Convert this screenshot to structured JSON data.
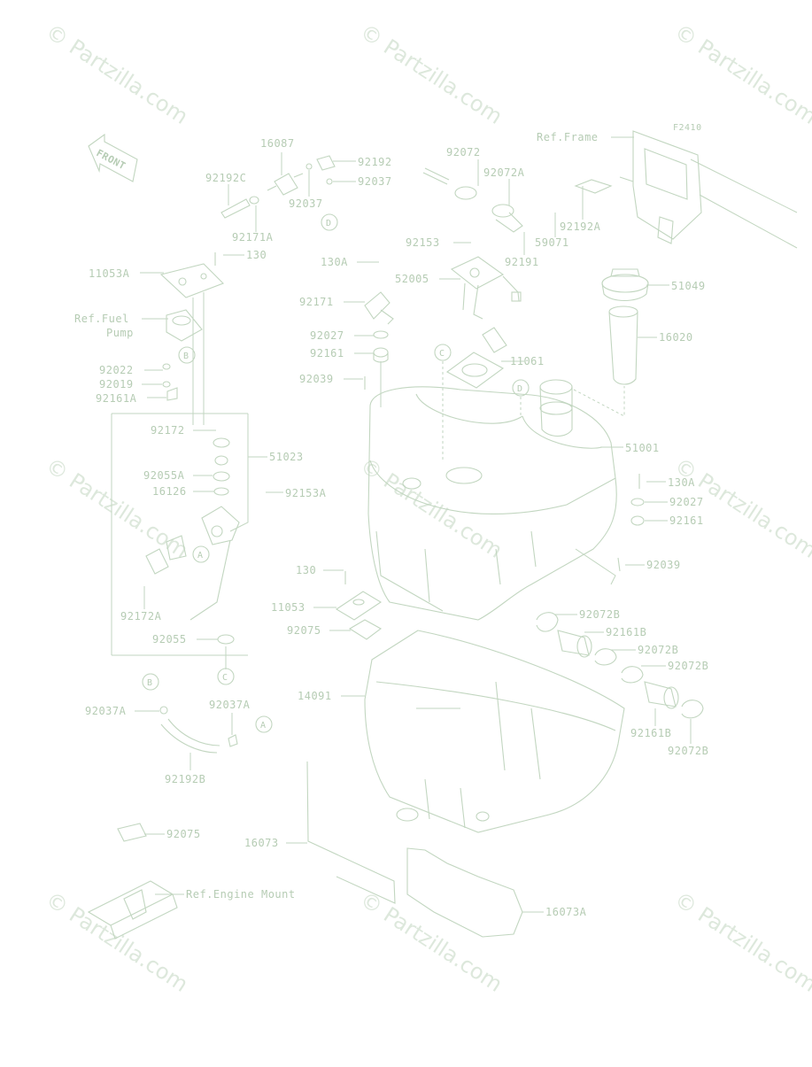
{
  "colors": {
    "line": "#c2d6c0",
    "text": "#b6ccb4",
    "watermark": "#dde8dc",
    "background": "#ffffff"
  },
  "watermark": "© Partzilla.com",
  "front_label": "FRONT",
  "figure_code": "F2410",
  "labels": {
    "p16087": "16087",
    "p92192": "92192",
    "p92192C": "92192C",
    "p92037_top": "92037",
    "p92037_mid": "92037",
    "p92171A": "92171A",
    "p130_left": "130",
    "p11053A": "11053A",
    "ref_fuel_pump_1": "Ref.Fuel",
    "ref_fuel_pump_2": "Pump",
    "p92022": "92022",
    "p92019": "92019",
    "p92161A": "92161A",
    "p92172": "92172",
    "p51023": "51023",
    "p92055A": "92055A",
    "p16126": "16126",
    "p92153A": "92153A",
    "p92172A": "92172A",
    "p92055": "92055",
    "p92037A_left": "92037A",
    "p92037A_right": "92037A",
    "p92192B": "92192B",
    "p92075_bottom": "92075",
    "ref_engine_mount": "Ref.Engine Mount",
    "p92072": "92072",
    "p92072A": "92072A",
    "ref_frame": "Ref.Frame",
    "p92153": "92153",
    "p59071": "59071",
    "p92192A": "92192A",
    "p92191": "92191",
    "p130A_top": "130A",
    "p52005": "52005",
    "p92171": "92171",
    "p51049": "51049",
    "p92027_left": "92027",
    "p92161_left": "92161",
    "p11061": "11061",
    "p92039_left": "92039",
    "p16020": "16020",
    "p51001": "51001",
    "p130A_right": "130A",
    "p92027_right": "92027",
    "p92161_right": "92161",
    "p92039_right": "92039",
    "p130_mid": "130",
    "p11053": "11053",
    "p92075_mid": "92075",
    "p92072B_1": "92072B",
    "p92161B_1": "92161B",
    "p92072B_2": "92072B",
    "p92072B_3": "92072B",
    "p14091": "14091",
    "p92161B_2": "92161B",
    "p92072B_4": "92072B",
    "p16073": "16073",
    "p16073A": "16073A"
  },
  "callouts": {
    "A": "A",
    "B": "B",
    "C": "C",
    "D": "D"
  }
}
